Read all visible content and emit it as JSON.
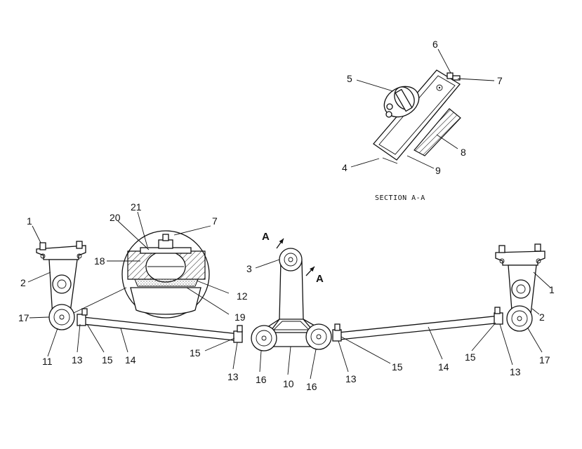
{
  "section_caption": "SECTION A-A",
  "section_marker": "A",
  "colors": {
    "line": "#111111",
    "background": "#ffffff"
  },
  "callouts": {
    "c1_left": "1",
    "c2_left": "2",
    "c17_left": "17",
    "c11": "11",
    "c13_left": "13",
    "c15_left": "15",
    "c14_left": "14",
    "c20": "20",
    "c21": "21",
    "c7_detail": "7",
    "c18": "18",
    "c12": "12",
    "c19": "19",
    "c3": "3",
    "c15_midleft": "15",
    "c13_midleft": "13",
    "c16_left": "16",
    "c10": "10",
    "c16_right": "16",
    "c13_midright": "13",
    "c15_midright": "15",
    "c14_right": "14",
    "c15_right": "15",
    "c13_right": "13",
    "c17_right": "17",
    "c1_right": "1",
    "c2_right": "2",
    "c5": "5",
    "c6": "6",
    "c7_section": "7",
    "c8": "8",
    "c9": "9",
    "c4": "4"
  }
}
